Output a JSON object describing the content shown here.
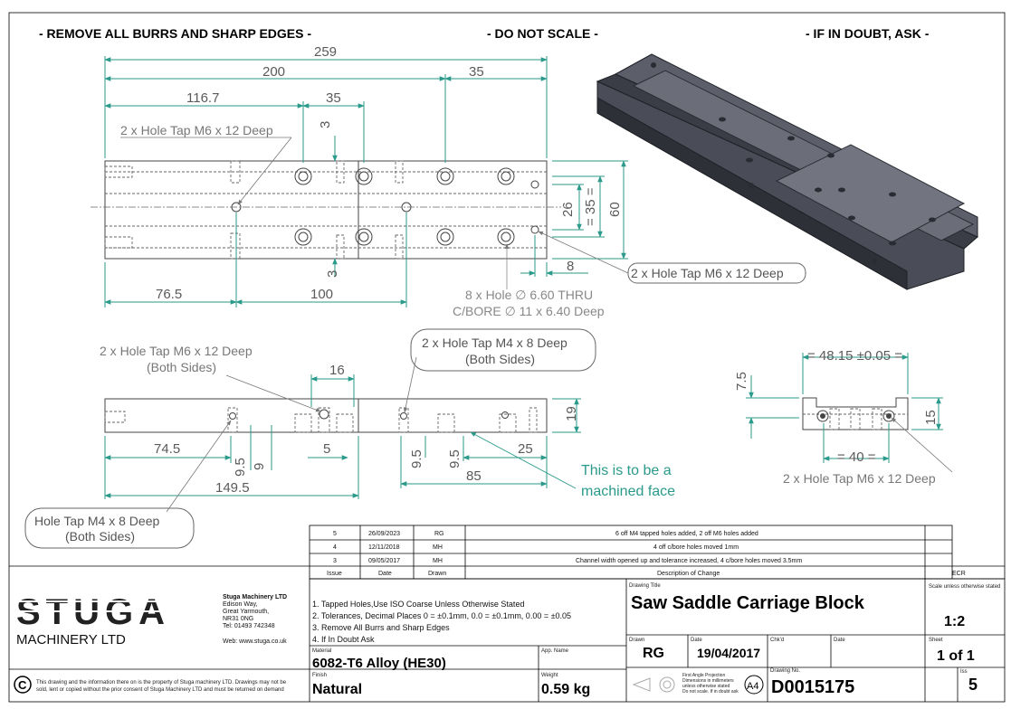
{
  "banner": {
    "left": "- REMOVE ALL BURRS AND SHARP EDGES -",
    "center": "- DO NOT SCALE -",
    "right": "- IF IN DOUBT, ASK -"
  },
  "plan_view": {
    "dims": [
      "259",
      "200",
      "35",
      "116.7",
      "35",
      "3",
      "26",
      "= 35 =",
      "60",
      "3",
      "8",
      "76.5",
      "100"
    ],
    "notes": {
      "tap_left": "2 x Hole Tap M6 x 12 Deep",
      "tap_right": "2 x Hole Tap M6 x 12 Deep",
      "cbore_line1": "8 x Hole ∅ 6.60 THRU",
      "cbore_line2": "C/BORE ∅ 11 x 6.40 Deep"
    }
  },
  "side_view": {
    "dims": [
      "16",
      "19",
      "74.5",
      "5",
      "9.5",
      "9",
      "9.5",
      "9.5",
      "25",
      "85",
      "149.5"
    ],
    "notes": {
      "m6_line1": "2 x Hole Tap M6 x 12 Deep",
      "m6_line2": "(Both Sides)",
      "m4_line1": "2 x Hole Tap M4 x 8 Deep",
      "m4_line2": "(Both Sides)",
      "m4b_line1": "Hole Tap M4 x 8 Deep",
      "m4b_line2": "(Both Sides)",
      "machined_line1": "This is to be a",
      "machined_line2": "machined face"
    }
  },
  "end_view": {
    "dims": [
      "= 48.15 ±0.05 =",
      "7.5",
      "15",
      "= 40 ="
    ],
    "notes": {
      "tap": "2 x Hole Tap M6 x 12 Deep"
    }
  },
  "revisions": {
    "rows": [
      {
        "issue": "5",
        "date": "26/09/2023",
        "drawn": "RG",
        "desc": "6 off M4 tapped holes added, 2 off M6 holes added"
      },
      {
        "issue": "4",
        "date": "12/11/2018",
        "drawn": "MH",
        "desc": "4 off c/bore holes moved 1mm"
      },
      {
        "issue": "3",
        "date": "09/05/2017",
        "drawn": "MH",
        "desc": "Channel width opened up and tolerance increased, 4 c/bore holes moved 3.5mm"
      }
    ],
    "headers": {
      "issue": "Issue",
      "date": "Date",
      "drawn": "Drawn",
      "desc": "Description of Change",
      "ecr": "ECR"
    }
  },
  "company": {
    "logo_text": "STUGA",
    "subtitle": "MACHINERY LTD",
    "addr1": "Stuga Machinery LTD",
    "addr2": "Edison Way,",
    "addr3": "Great Yarmouth,",
    "addr4": "NR31 0NG",
    "addr5": "Tel: 01493 742348",
    "web": "Web: www.stuga.co.uk",
    "copyright": "This drawing and the information there on is the property of Stuga machinery LTD. Drawings may not be",
    "copyright2": "sold, lent or copied without the prior consent of Stuga Machinery LTD and must be returned on demand"
  },
  "notes": [
    "1. Tapped Holes,Use ISO Coarse Unless Otherwise Stated",
    "2. Tolerances, Decimal Places 0 = ±0.1mm, 0.0 = ±0.1mm, 0.00 = ±0.05",
    "3. Remove All Burrs and Sharp Edges",
    "4. If In Doubt Ask"
  ],
  "title_block": {
    "drawing_title_label": "Drawing Title",
    "drawing_title": "Saw Saddle Carriage Block",
    "scale_label": "Scale unless otherwise stated",
    "scale": "1:2",
    "material_label": "Material",
    "material": "6082-T6 Alloy (HE30)",
    "app_label": "App. Name",
    "finish_label": "Finish",
    "finish": "Natural",
    "weight_label": "Weight",
    "weight": "0.59 kg",
    "drawn_label": "Drawn",
    "drawn": "RG",
    "date_label": "Date",
    "date": "19/04/2017",
    "chkd_label": "Chk'd",
    "date2_label": "Date",
    "sheet_label": "Sheet",
    "sheet": "1 of 1",
    "projection1": "First Angle Projection",
    "projection2": "Dimensions in millimeters",
    "projection3": "unless otherwise stated",
    "projection4": "Do not scale. If in doubt ask",
    "paper": "A4",
    "drawing_no_label": "Drawing No.",
    "drawing_no": "D0015175",
    "issue_label": "Iss",
    "issue": "5"
  }
}
